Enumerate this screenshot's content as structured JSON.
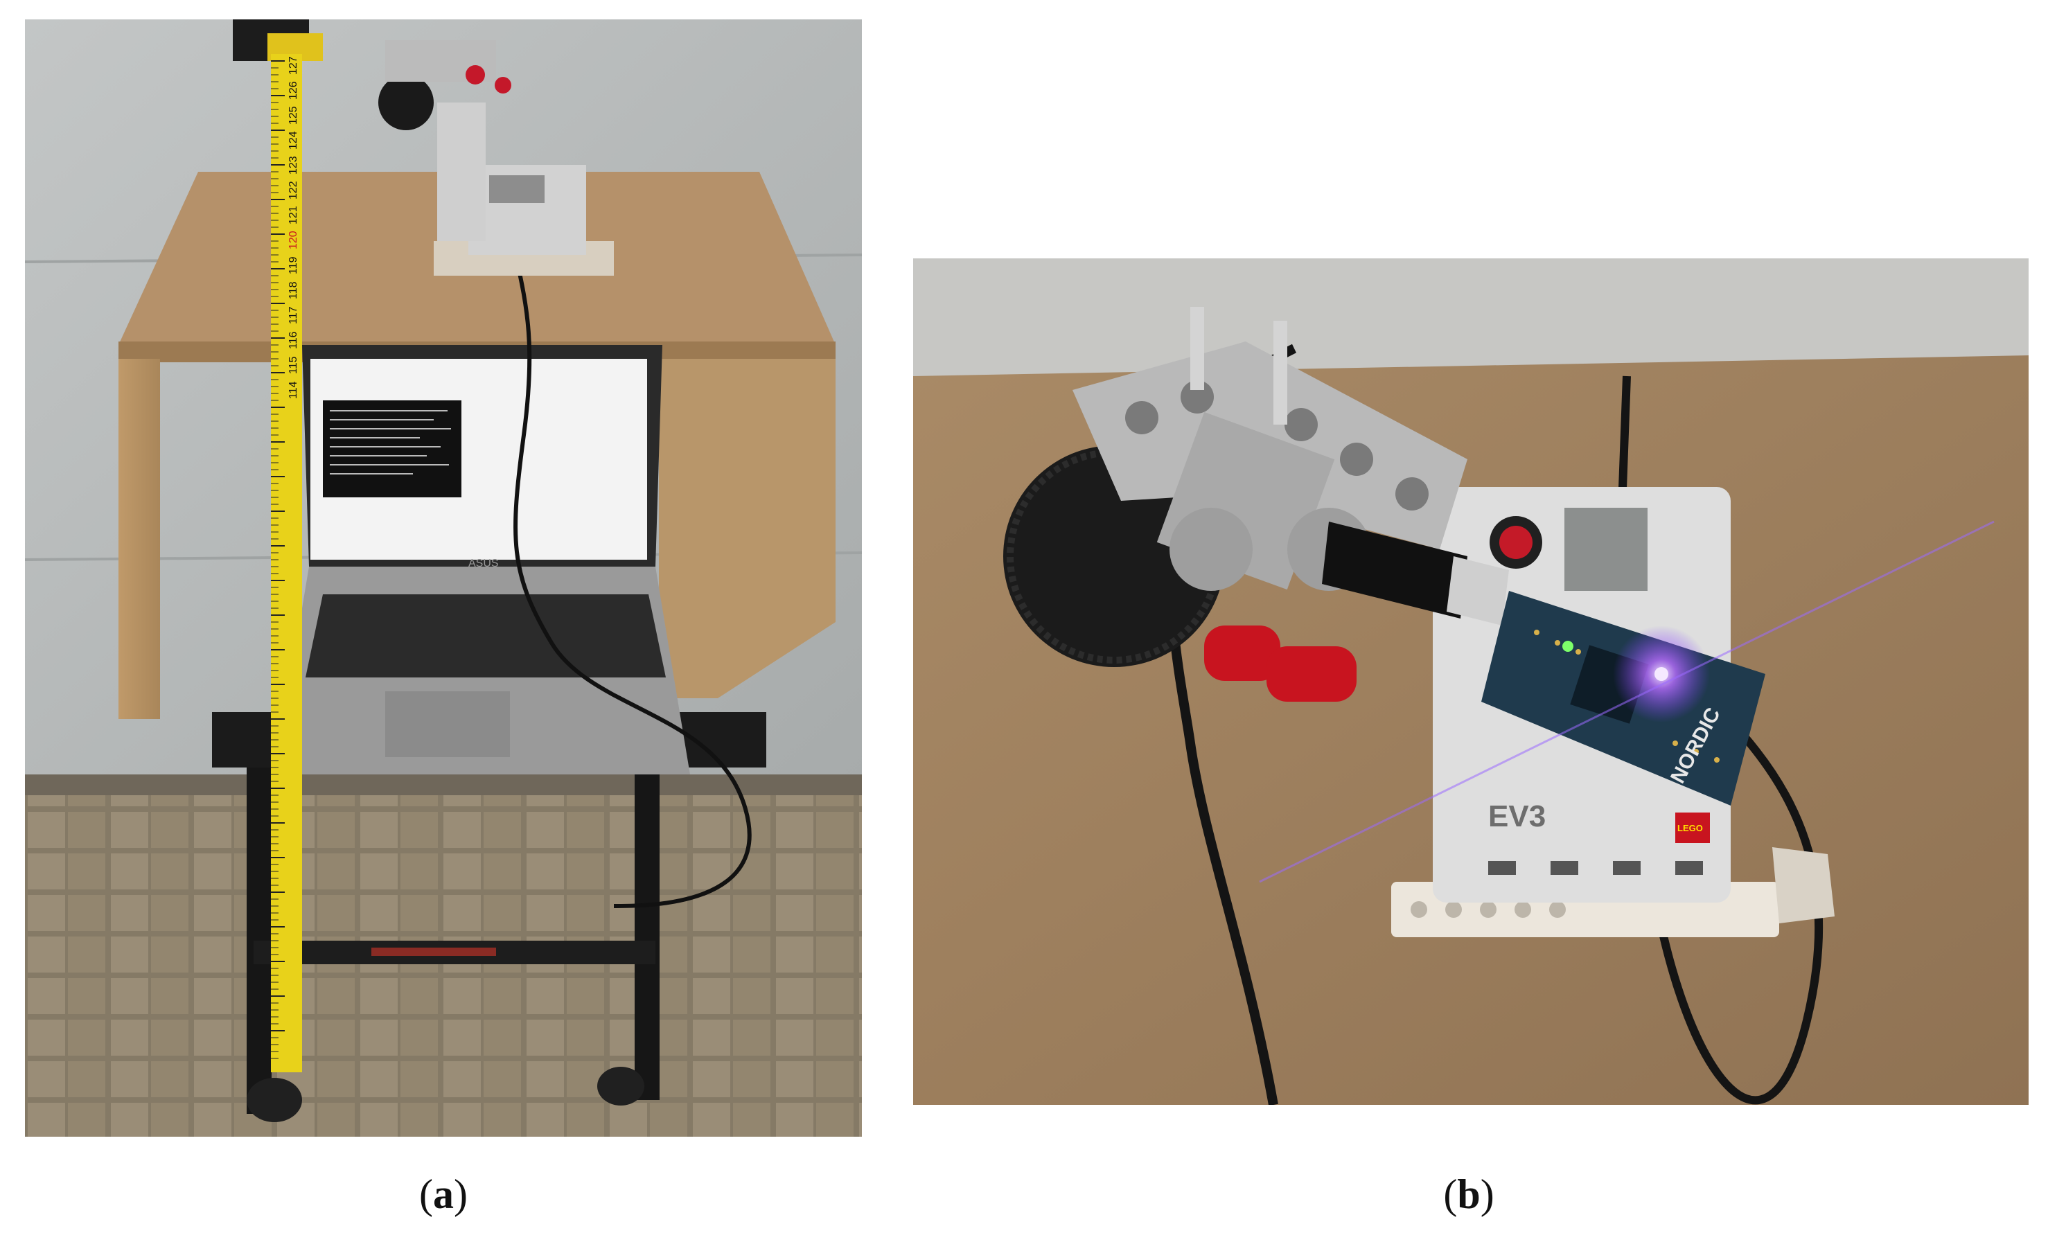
{
  "figure": {
    "panel_a": {
      "caption_open": "(",
      "caption_letter": "a",
      "caption_close": ")",
      "tape_numbers": [
        "127",
        "126",
        "125",
        "124",
        "123",
        "122",
        "121",
        "120",
        "119",
        "118",
        "117",
        "116",
        "115",
        "114"
      ],
      "laptop_brand": "ASUS"
    },
    "panel_b": {
      "caption_open": "(",
      "caption_letter": "b",
      "caption_close": ")",
      "brick_label": "EV3",
      "brick_logo": "LEGO",
      "dongle_brand": "NORDIC"
    }
  },
  "colors": {
    "wall": "#b9bcbc",
    "wood": "#b08a5e",
    "tape_yellow": "#e8d21a",
    "floor": "#8e8068",
    "board_top": "#a88762",
    "lego_grey": "#c9c9c9",
    "lego_red": "#d0182a",
    "pcb": "#1f3a4d",
    "led": "#b05cff"
  }
}
